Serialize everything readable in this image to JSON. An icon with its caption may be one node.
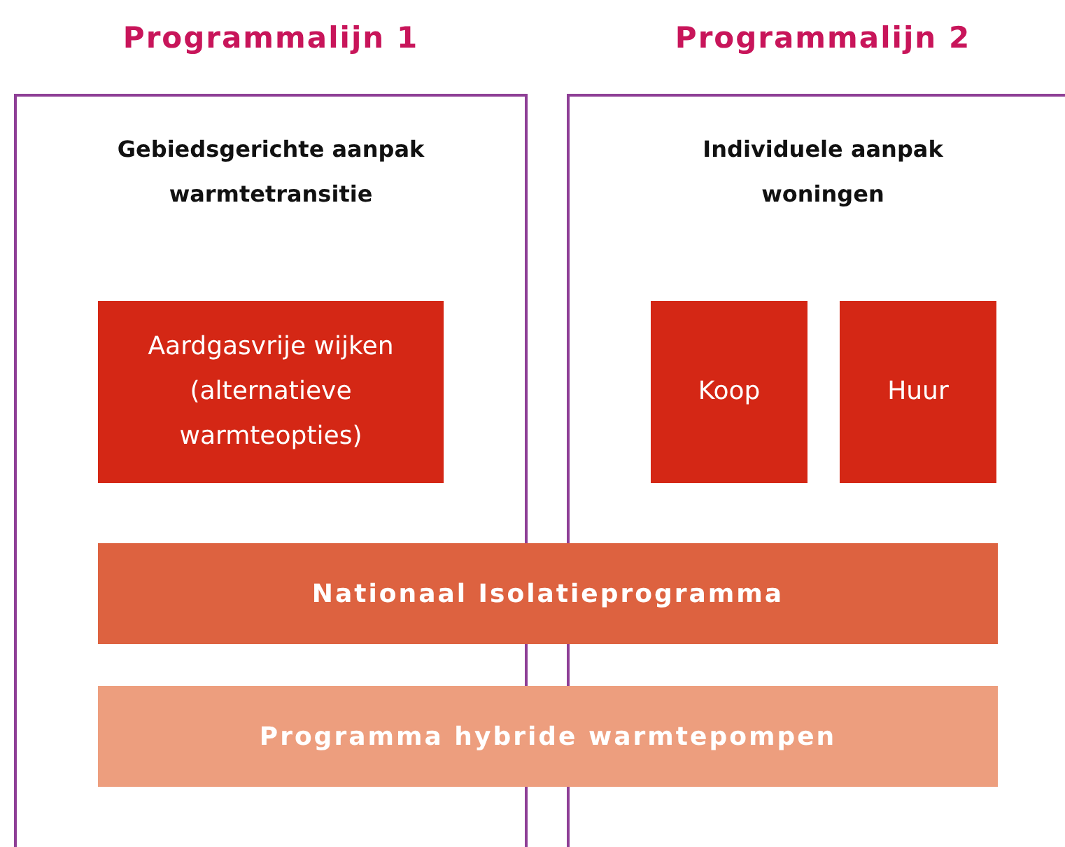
{
  "diagram": {
    "nodes": [
      {
        "text": [
          "Programmalijn 1",
          "Gebiedsgerichte aanpak warmtetransitie"
        ]
      },
      {
        "text": [
          "Programmalijn 2",
          "Individuele aanpak woningen"
        ]
      },
      {
        "text": [
          "Aardgasvrije wijken (alternatieve warmteopties)"
        ],
        "in": 0
      },
      {
        "text": [
          "Koop"
        ],
        "in": 1
      },
      {
        "text": [
          "Huur"
        ],
        "in": 1
      },
      {
        "text": [
          "Nationaal Isolatieprogramma"
        ]
      },
      {
        "text": [
          "Programma hybride warmtepompen"
        ]
      }
    ]
  }
}
